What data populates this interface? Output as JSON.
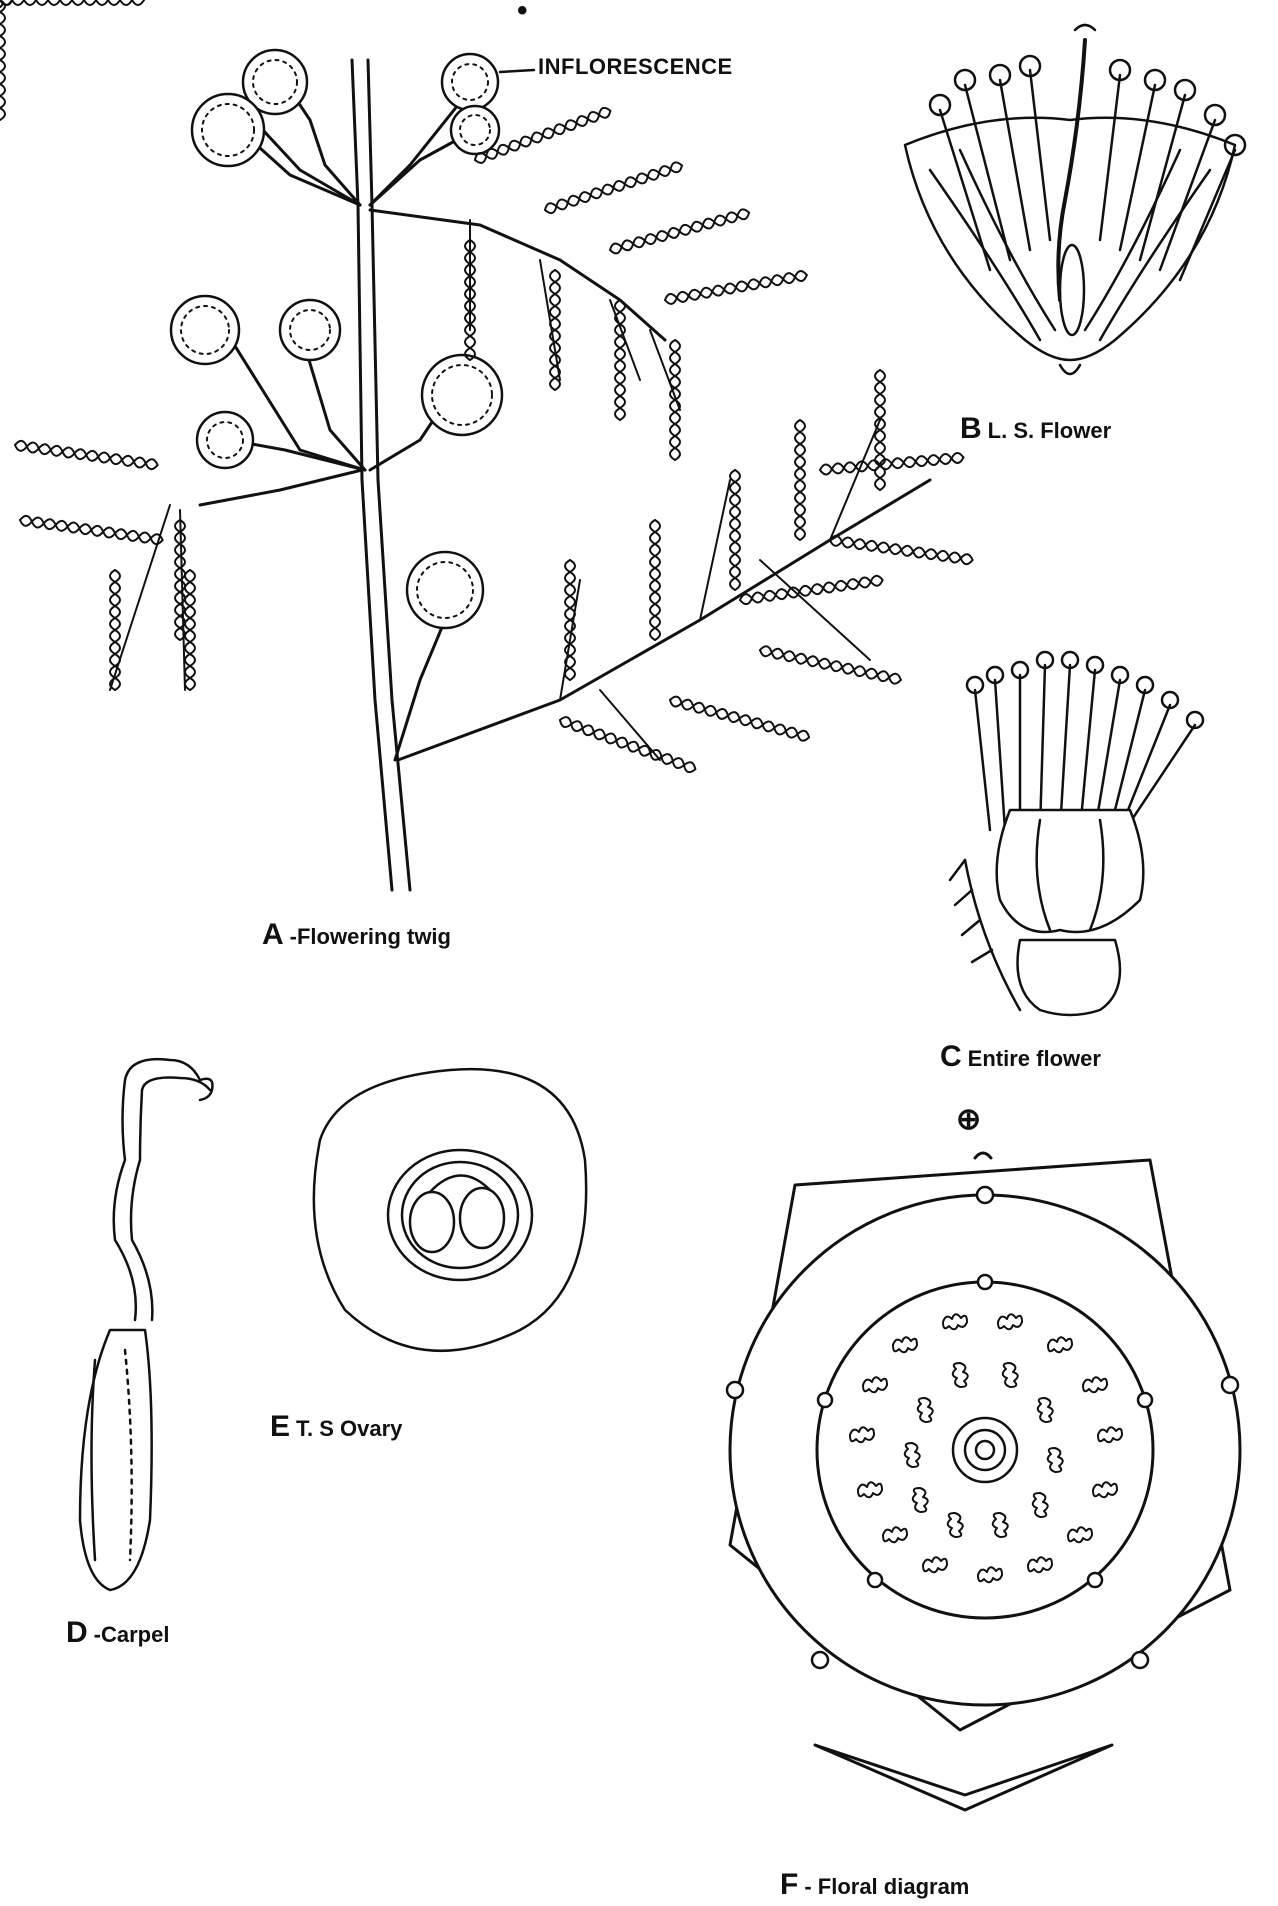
{
  "labels": {
    "inflorescence": "INFLORESCENCE",
    "a": {
      "letter": "A",
      "caption": "-Flowering twig"
    },
    "b": {
      "letter": "B",
      "caption": "L. S. Flower"
    },
    "c": {
      "letter": "C",
      "caption": "Entire flower"
    },
    "d": {
      "letter": "D",
      "caption": "-Carpel"
    },
    "e": {
      "letter": "E",
      "caption": "T. S Ovary"
    },
    "f": {
      "letter": "F",
      "caption": "- Floral diagram"
    },
    "floral_symbol": "⊕",
    "dot": "•"
  }
}
